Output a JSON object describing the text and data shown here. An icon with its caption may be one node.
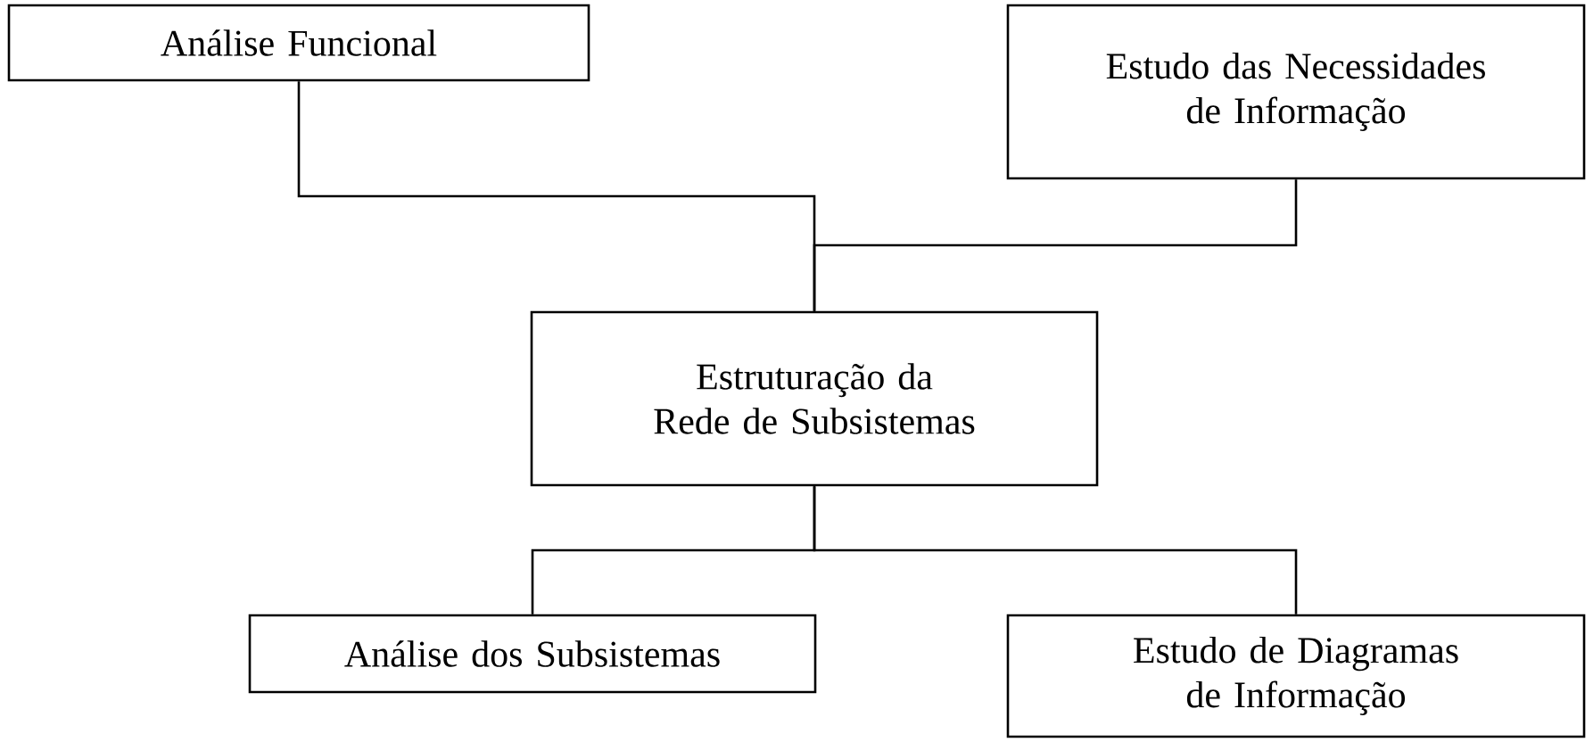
{
  "diagram": {
    "nodes": [
      {
        "text": [
          "Análise Funcional"
        ]
      },
      {
        "text": [
          "Estudo das Necessidades de Informação"
        ]
      },
      {
        "text": [
          "Estruturação da Rede de Subsistemas"
        ]
      },
      {
        "text": [
          "Análise dos Subsistemas"
        ]
      },
      {
        "text": [
          "Estudo de Diagramas de Informação"
        ]
      }
    ],
    "edges": [
      {
        "from": 0,
        "to": 2,
        "arrow": "none"
      },
      {
        "from": 1,
        "to": 2,
        "arrow": "none"
      },
      {
        "from": 2,
        "to": 3,
        "arrow": "none"
      },
      {
        "from": 2,
        "to": 4,
        "arrow": "none"
      }
    ]
  }
}
